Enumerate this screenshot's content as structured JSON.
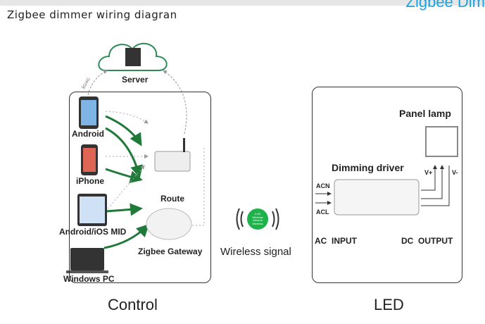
{
  "header": {
    "title_cut": "Zigbee Dim",
    "heading": "Zigbee dimmer wiring diagran"
  },
  "server": {
    "label": "Server",
    "link_label": "3G/4G"
  },
  "control": {
    "title": "Control",
    "devices": [
      "Android",
      "iPhone",
      "Android/iOS MID",
      "Windows PC"
    ],
    "route": "Route",
    "gateway": "Zigbee Gateway"
  },
  "wireless": {
    "label": "Wireless signal",
    "badge": [
      "2.4G",
      "Wireless",
      "network",
      "Wireless"
    ],
    "badge_color": "#1db34a"
  },
  "led": {
    "title": "LED",
    "panel": "Panel lamp",
    "driver": "Dimming driver",
    "acn": "ACN",
    "acl": "ACL",
    "vplus": "V+",
    "vminus": "V-",
    "ac_input": "AC  INPUT",
    "dc_output": "DC  OUTPUT"
  },
  "colors": {
    "arrow_green": "#1f7a3a",
    "cloud": "#2e8b57",
    "title_blue": "#1aa3e0"
  }
}
